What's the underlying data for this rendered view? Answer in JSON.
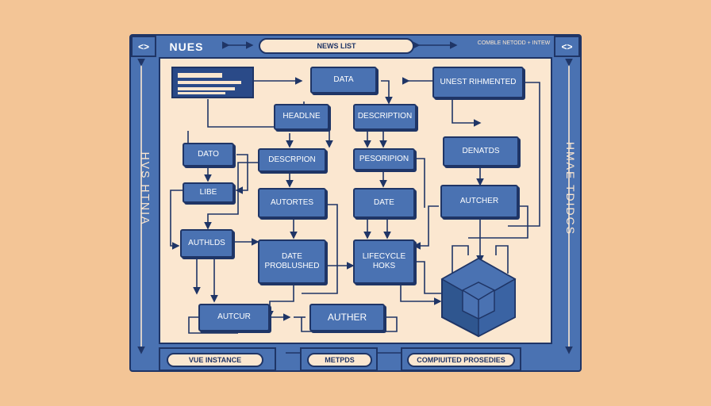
{
  "header": {
    "app_name": "NUES",
    "center_pill": "NEWS LIST",
    "right_text": "COMBLE NETODD + INTEW"
  },
  "side": {
    "left_label": "HVS HTNIA",
    "right_label": "HMAE TDIDCS"
  },
  "nodes": {
    "data": "DATA",
    "unest": "UNEST RIHMENTED",
    "headline": "HEADLNE",
    "description_top": "DESCRIPTION",
    "dato": "DATO",
    "description_left": "DESCRPION",
    "pescription": "PESORIPION",
    "denatds": "DENATDS",
    "libe": "LIBE",
    "autortes": "AUTORTES",
    "date_mid": "DATE",
    "autcher": "AUTCHER",
    "authlds": "AUTHLDS",
    "date_published": "DATE\nPROBLUSHED",
    "lifecycle": "LIFECYCLE\nHOKS",
    "autcur": "AUTCUR",
    "auther": "AUTHER"
  },
  "footer": {
    "vue_instance": "VUE INSTANCE",
    "methods": "METPDS",
    "computed": "COMPIUITED PROSEDIES"
  },
  "colors": {
    "background": "#f3c596",
    "frame_blue": "#4a72b2",
    "dark_navy": "#1f3566",
    "cream": "#fbe7d0"
  },
  "icons": [
    "code-icon",
    "code-icon",
    "cube-icon",
    "document-icon"
  ]
}
